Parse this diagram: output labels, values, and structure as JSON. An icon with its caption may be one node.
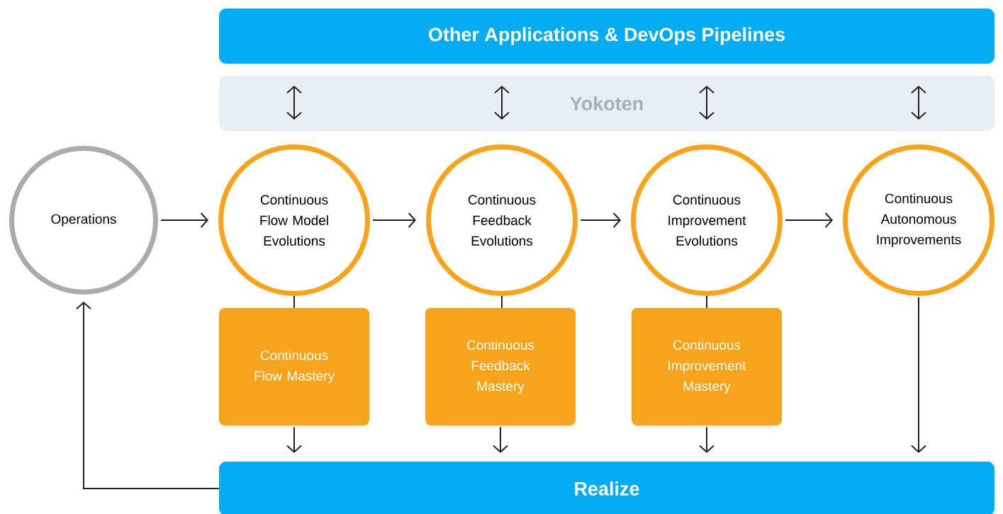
{
  "diagram": {
    "nodes": [
      {
        "text": [
          "Other Applications & DevOps Pipelines"
        ]
      },
      {
        "text": [
          "Yokoten"
        ]
      },
      {
        "text": [
          "Operations"
        ]
      },
      {
        "text": [
          "Continuous Flow Model Evolutions"
        ]
      },
      {
        "text": [
          "Continuous Feedback Evolutions"
        ]
      },
      {
        "text": [
          "Continuous Improvement Evolutions"
        ]
      },
      {
        "text": [
          "Continuous Autonomous Improvements"
        ]
      },
      {
        "text": [
          "Continuous Flow Mastery"
        ]
      },
      {
        "text": [
          "Continuous Feedback Mastery"
        ]
      },
      {
        "text": [
          "Continuous Improvement Mastery"
        ]
      },
      {
        "text": [
          "Realize"
        ]
      }
    ],
    "edges": [
      {
        "from": 2,
        "to": 3,
        "arrow": "to"
      },
      {
        "from": 3,
        "to": 4,
        "arrow": "to"
      },
      {
        "from": 4,
        "to": 5,
        "arrow": "to"
      },
      {
        "from": 5,
        "to": 6,
        "arrow": "to"
      },
      {
        "from": 3,
        "to": 7,
        "arrow": "none"
      },
      {
        "from": 4,
        "to": 8,
        "arrow": "none"
      },
      {
        "from": 5,
        "to": 9,
        "arrow": "none"
      },
      {
        "from": 7,
        "to": 10,
        "arrow": "to"
      },
      {
        "from": 8,
        "to": 10,
        "arrow": "to"
      },
      {
        "from": 9,
        "to": 10,
        "arrow": "to"
      },
      {
        "from": 6,
        "to": 10,
        "arrow": "to"
      },
      {
        "from": 10,
        "to": 2,
        "arrow": "to"
      }
    ]
  }
}
